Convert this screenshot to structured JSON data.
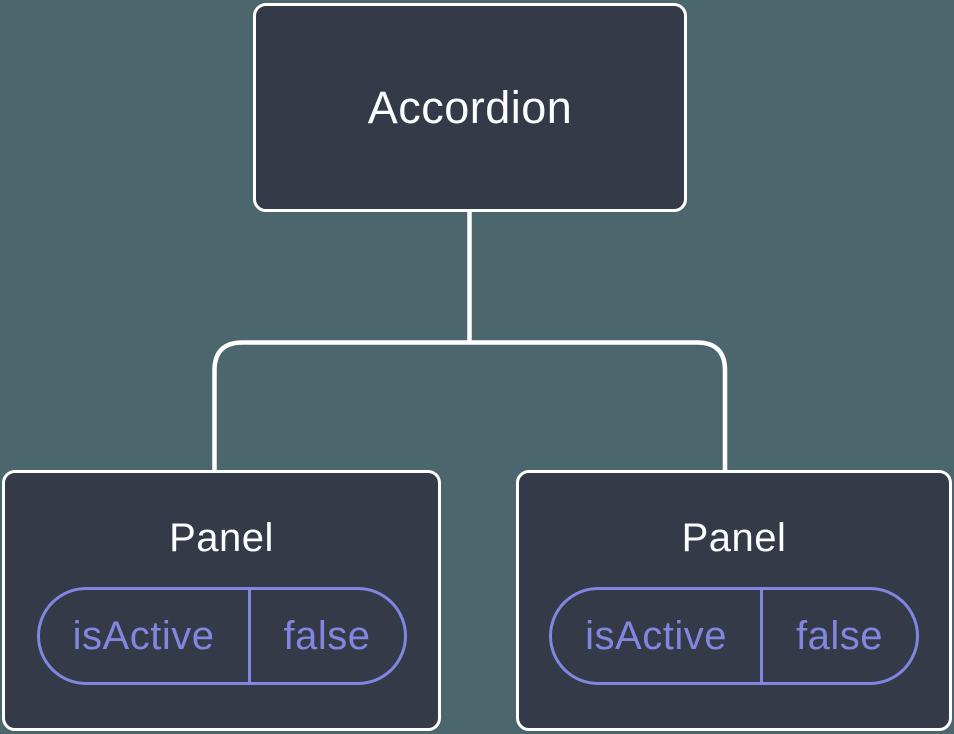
{
  "tree": {
    "root": {
      "label": "Accordion"
    },
    "children": [
      {
        "label": "Panel",
        "state": {
          "name": "isActive",
          "value": "false"
        }
      },
      {
        "label": "Panel",
        "state": {
          "name": "isActive",
          "value": "false"
        }
      }
    ]
  },
  "colors": {
    "background": "#4C666E",
    "node_fill": "#343A47",
    "node_border": "#FFFFFF",
    "node_text": "#FCFDFF",
    "state_accent": "#8286E0"
  }
}
